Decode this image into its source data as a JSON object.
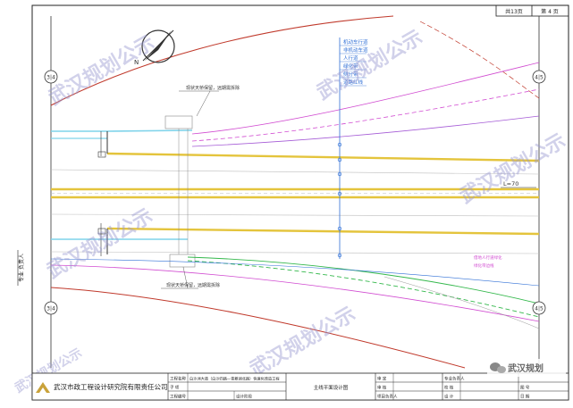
{
  "sheet": {
    "sheet_count": "共13页",
    "sheet_no": "第 4 页"
  },
  "cross_sections": {
    "left_top": "3|4",
    "left_bottom": "3|4",
    "right_top": "4|5",
    "right_bottom": "4|5"
  },
  "side_label": "专业 负责人",
  "watermark_text": "武汉规划公示",
  "callouts": {
    "top": "现状天桥保留，远期需拆除",
    "bottom": "现状天桥保留，远期需拆除"
  },
  "right_notes": [
    "借地人行道绿化",
    "绿化带边线"
  ],
  "chainage_label": "L=70",
  "section_legend": [
    "机动车行道",
    "非机动车道",
    "人行道",
    "绿化带",
    "侧分带",
    "道路红线"
  ],
  "title_block": {
    "company": "武汉市政工程设计研究院有限责任公司",
    "project_name_label": "工程名称",
    "project_name": "白沙洲大道（白沙四路—青菱湖北路）快速化改造工程",
    "subitem_label": "子 项",
    "project_no_label": "工程编号",
    "design_stage_label": "设计阶段",
    "approve_label": "审 定",
    "review_label": "审 核",
    "project_lead_label": "项目负责人",
    "drawing_title": "主线平面设计图",
    "discipline_lead_label": "专业负责人",
    "check_label": "校 核",
    "design_label": "设 计",
    "drawing_no_label": "图 号",
    "date_label": "日 期"
  },
  "wechat_badge": "武汉规划",
  "colors": {
    "road_yellow": "#e4c43c",
    "red_line": "#c0392b",
    "magenta": "#d14cd1",
    "green": "#34b84c",
    "blue": "#2f6fd6",
    "cyan": "#7fd3ea",
    "watermark": "#9a9ad0"
  }
}
